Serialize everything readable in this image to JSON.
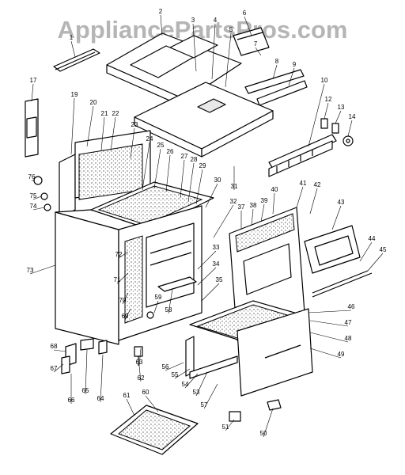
{
  "watermark": "AppliancePartsPros.com",
  "callouts": [
    "1",
    "2",
    "3",
    "4",
    "5",
    "6",
    "7",
    "8",
    "9",
    "10",
    "12",
    "13",
    "14",
    "17",
    "19",
    "20",
    "21",
    "22",
    "23",
    "24",
    "25",
    "26",
    "27",
    "28",
    "29",
    "30",
    "31",
    "32",
    "33",
    "34",
    "35",
    "37",
    "38",
    "39",
    "40",
    "41",
    "42",
    "43",
    "44",
    "45",
    "46",
    "47",
    "48",
    "49",
    "50",
    "51",
    "53",
    "54",
    "55",
    "56",
    "57",
    "58",
    "59",
    "60",
    "61",
    "62",
    "63",
    "64",
    "65",
    "66",
    "67",
    "68",
    "69",
    "70",
    "71",
    "72",
    "73",
    "74",
    "75",
    "76"
  ],
  "colors": {
    "line": "#000000",
    "watermark": "#b5b5b5",
    "insulation": "#9a9a9a",
    "background": "#ffffff"
  }
}
